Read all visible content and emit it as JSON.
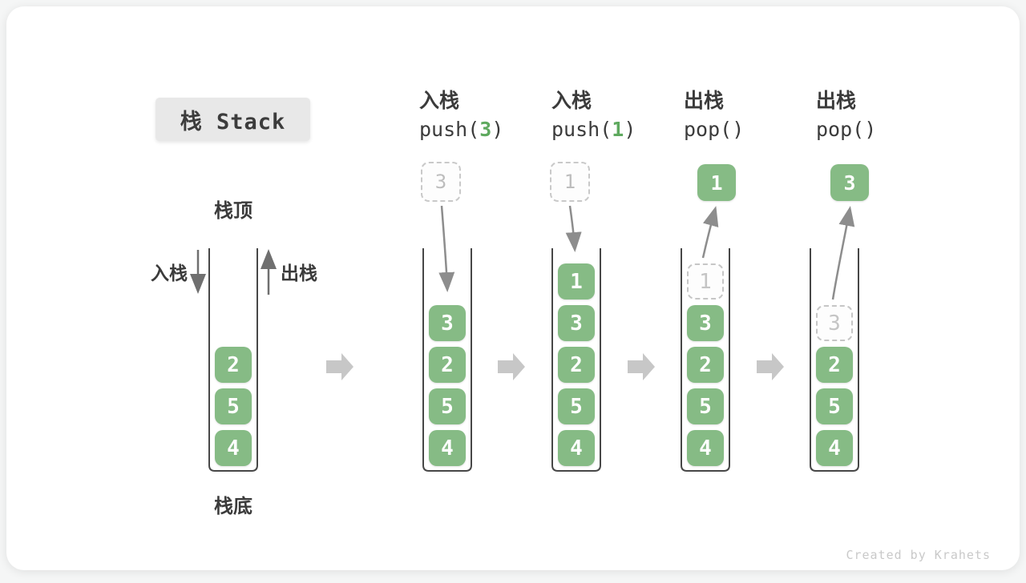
{
  "title": "栈 Stack",
  "labels": {
    "stack_top": "栈顶",
    "stack_bottom": "栈底",
    "push": "入栈",
    "pop": "出栈"
  },
  "steps": [
    {
      "name": "入栈",
      "fn": "push(",
      "arg": "3",
      "close": ")"
    },
    {
      "name": "入栈",
      "fn": "push(",
      "arg": "1",
      "close": ")"
    },
    {
      "name": "出栈",
      "fn": "pop(",
      "arg": "",
      "close": ")"
    },
    {
      "name": "出栈",
      "fn": "pop(",
      "arg": "",
      "close": ")"
    }
  ],
  "stacks": [
    {
      "cells": [
        "2",
        "5",
        "4"
      ]
    },
    {
      "cells": [
        "3",
        "2",
        "5",
        "4"
      ],
      "incoming": "3"
    },
    {
      "cells": [
        "1",
        "3",
        "2",
        "5",
        "4"
      ],
      "incoming": "1"
    },
    {
      "cells": [
        "3",
        "2",
        "5",
        "4"
      ],
      "ghost": "1",
      "popped": "1"
    },
    {
      "cells": [
        "2",
        "5",
        "4"
      ],
      "ghost": "3",
      "popped": "3"
    }
  ],
  "watermark": "Created by Krahets",
  "colors": {
    "cell_green": "#86bb85",
    "code_arg_green": "#5ea95e",
    "block_arrow_gray": "#c7c7c7",
    "outline_gray": "#474747",
    "arrow_gray": "#8d8d8d"
  }
}
